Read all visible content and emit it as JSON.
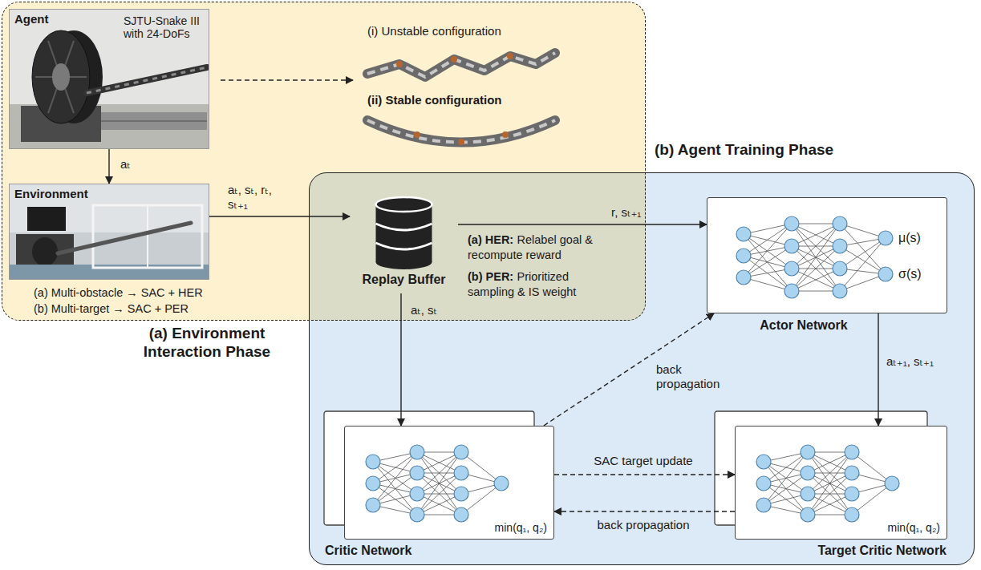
{
  "diagram": {
    "nodes": [
      {
        "text": [
          "(a) Environment Interaction Phase"
        ]
      },
      {
        "text": [
          "Agent",
          "SJTU-Snake III with 24-DoFs"
        ],
        "in": 0
      },
      {
        "text": [
          "Environment"
        ],
        "in": 0
      },
      {
        "text": [
          "(b) Agent Training Phase"
        ]
      },
      {
        "text": [
          "Replay Buffer"
        ],
        "in": 3
      },
      {
        "text": [
          "μ(s)",
          "σ(s)",
          "Actor Network"
        ],
        "in": 3
      },
      {
        "text": [
          "min(q₁, q₂)",
          "Critic Network"
        ],
        "in": 3
      },
      {
        "text": [
          "min(q₁, q₂)",
          "Target Critic Network"
        ],
        "in": 3
      }
    ],
    "edges": [
      {
        "from": 1,
        "to": 2,
        "label": "aₜ",
        "arrow": "to"
      },
      {
        "from": 2,
        "to": 4,
        "label": "aₜ, sₜ, rₜ, sₜ₊₁",
        "arrow": "to"
      },
      {
        "from": 4,
        "to": 5,
        "label": "r, sₜ₊₁",
        "arrow": "to"
      },
      {
        "from": 4,
        "to": 6,
        "label": "aₜ, sₜ",
        "arrow": "to"
      },
      {
        "from": 5,
        "to": 7,
        "label": "aₜ₊₁, sₜ₊₁",
        "arrow": "to"
      },
      {
        "from": 6,
        "to": 5,
        "label": "back propagation",
        "arrow": "to"
      },
      {
        "from": 6,
        "to": 7,
        "label": "SAC target update",
        "arrow": "to"
      },
      {
        "from": 7,
        "to": 6,
        "label": "back propagation",
        "arrow": "to"
      }
    ],
    "labels": [
      "(i) Unstable configuration",
      "(ii) Stable configuration",
      "(a) Multi-obstacle → SAC + HER",
      "(b) Multi-target → SAC + PER",
      "(a) HER:",
      "Relabel goal & recompute reward",
      "(b) PER:",
      "Prioritized sampling & IS weight"
    ]
  }
}
